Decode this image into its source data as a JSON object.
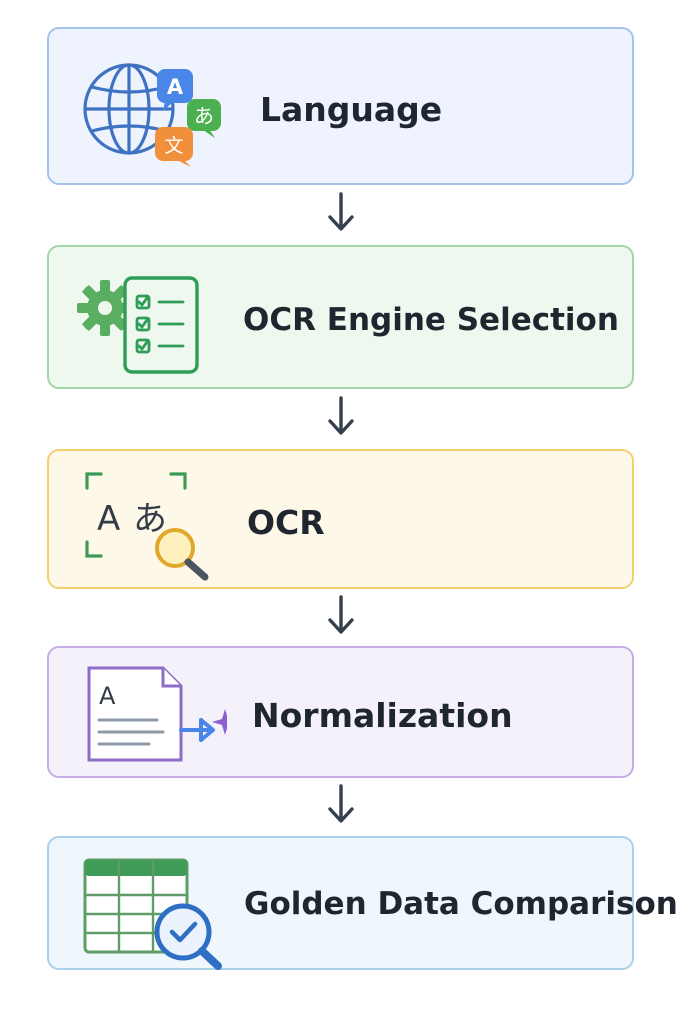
{
  "flow": {
    "steps": [
      {
        "label": "Language",
        "icon": "globe-translate-icon",
        "fill": "#eef3fd",
        "border": "#a5c2ec"
      },
      {
        "label": "OCR Engine Selection",
        "icon": "gear-checklist-icon",
        "fill": "#eef8ef",
        "border": "#a4d5a9"
      },
      {
        "label": "OCR",
        "icon": "text-scan-magnifier-icon",
        "fill": "#fef8e8",
        "border": "#f4cf6f"
      },
      {
        "label": "Normalization",
        "icon": "document-sparkle-icon",
        "fill": "#f5f1fb",
        "border": "#c5aee6"
      },
      {
        "label": "Golden Data Comparison",
        "icon": "table-check-magnifier-icon",
        "fill": "#eff6fc",
        "border": "#a9d2ea"
      }
    ],
    "icon_glyphs": {
      "translate_latin": "A",
      "translate_hiragana": "あ",
      "translate_kanji": "文",
      "scan_latin": "A",
      "scan_hiragana": "あ",
      "document_letter": "A"
    },
    "arrow_icon": "arrow-down-icon",
    "arrow_color": "#34404d"
  }
}
